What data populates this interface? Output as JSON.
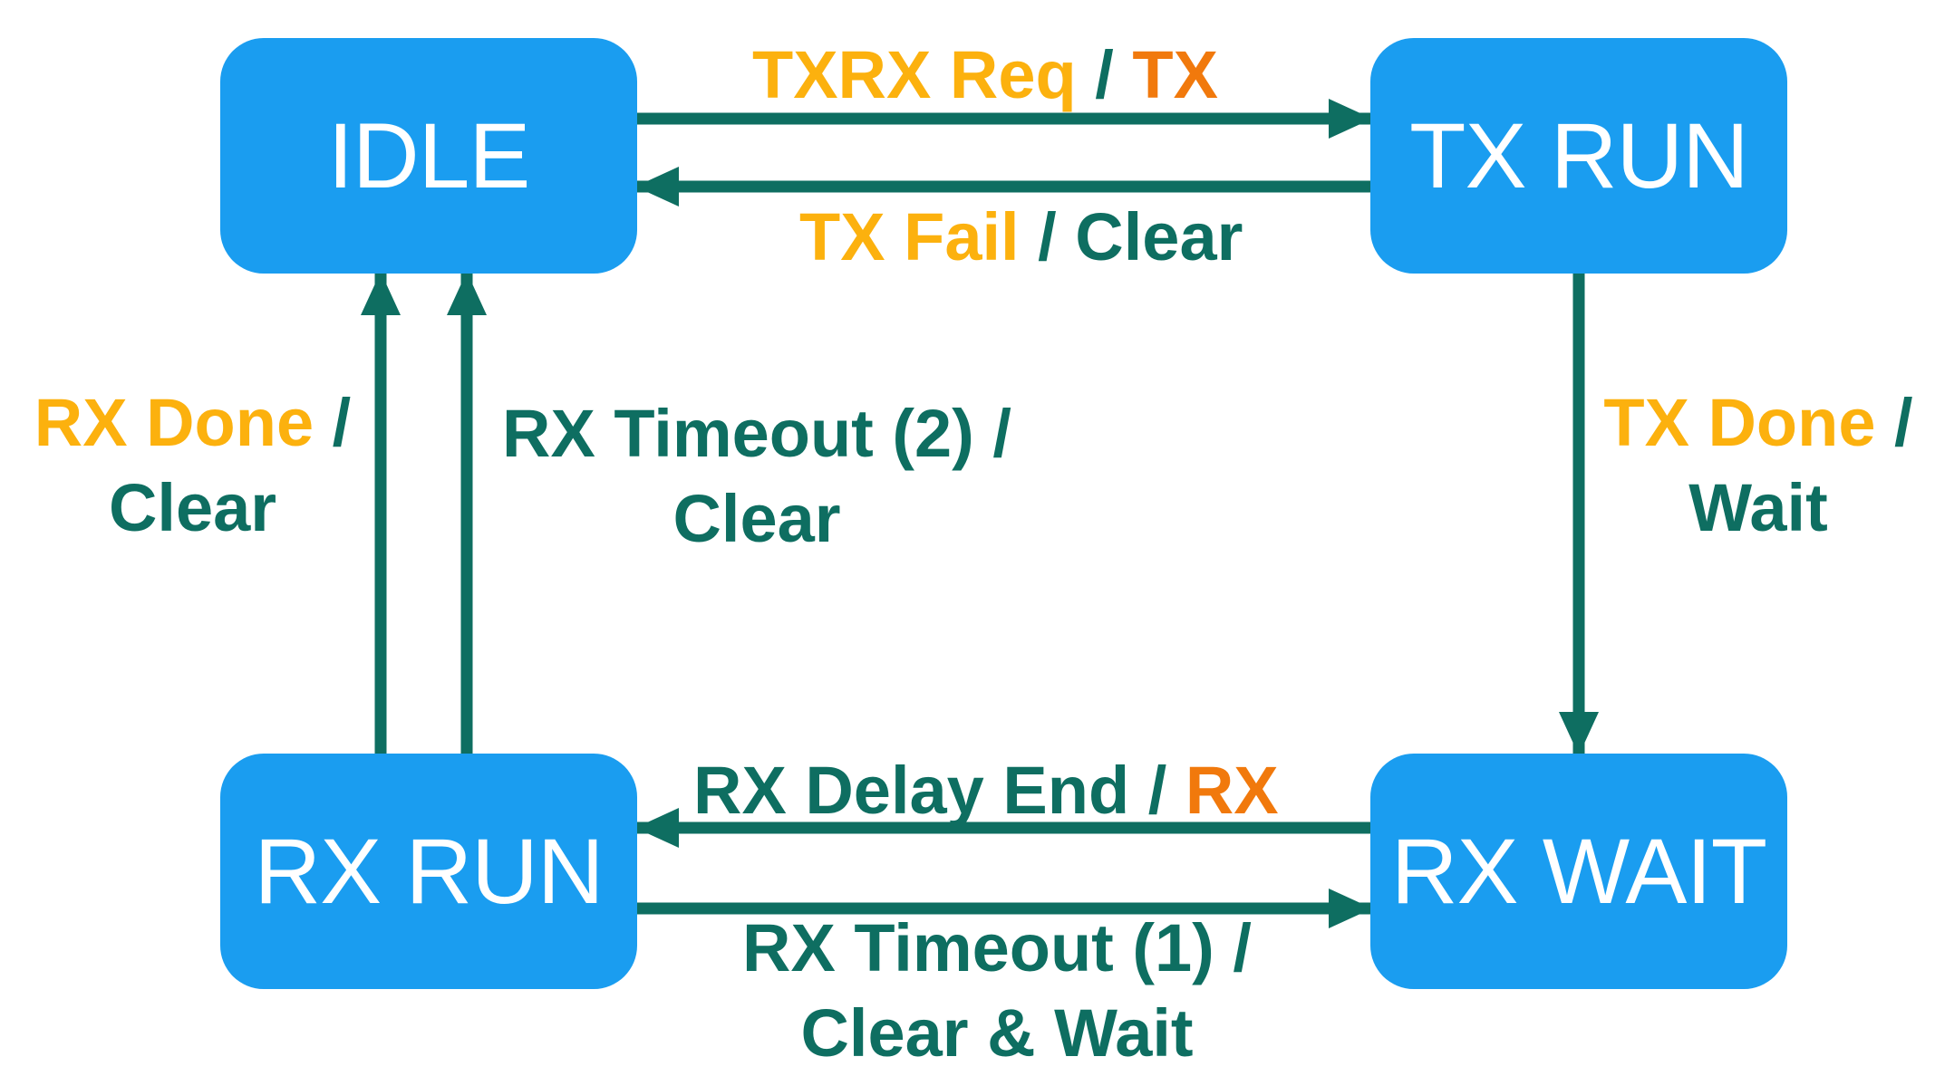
{
  "colors": {
    "state_fill": "#1a9df0",
    "state_text": "#ffffff",
    "arrow": "#0e6e61",
    "event": "#fcb10e",
    "action": "#0e6e61",
    "action_highlight": "#f1790c"
  },
  "states": {
    "idle": "IDLE",
    "tx_run": "TX RUN",
    "rx_run": "RX RUN",
    "rx_wait": "RX WAIT"
  },
  "transitions": {
    "idle_to_tx": {
      "event": "TXRX Req",
      "sep": " / ",
      "action": "TX"
    },
    "tx_to_idle": {
      "event": "TX Fail",
      "sep": " / ",
      "action": "Clear"
    },
    "tx_to_rxwait": {
      "event": "TX Done",
      "sep": " /",
      "action": "Wait"
    },
    "rxwait_to_rxrun": {
      "event": "RX Delay End",
      "sep": " / ",
      "action": "RX"
    },
    "rxrun_to_rxwait": {
      "event": "RX Timeout (1)",
      "sep": " /",
      "action": "Clear & Wait"
    },
    "rxrun_to_idle_done": {
      "event": "RX Done",
      "sep": " /",
      "action": "Clear"
    },
    "rxrun_to_idle_timeout": {
      "event": "RX Timeout (2)",
      "sep": " /",
      "action": "Clear"
    }
  }
}
